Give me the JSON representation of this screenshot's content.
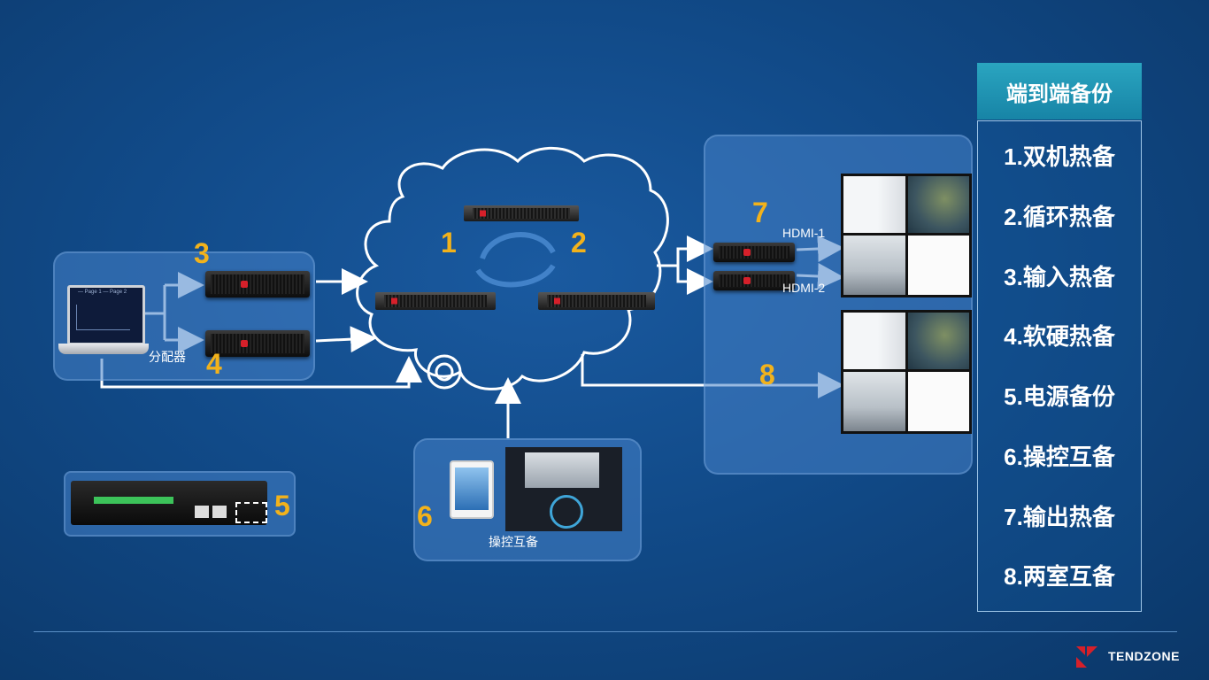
{
  "labels": {
    "n1": "1",
    "n2": "2",
    "n3": "3",
    "n4": "4",
    "n5": "5",
    "n6": "6",
    "n7": "7",
    "n8": "8",
    "splitter": "分配器",
    "hdmi1": "HDMI-1",
    "hdmi2": "HDMI-2",
    "control_backup": "操控互备",
    "laptop_title": "— Page 1 — Page 2"
  },
  "sidebar": {
    "title": "端到端备份",
    "items": [
      "1.双机热备",
      "2.循环热备",
      "3.输入热备",
      "4.软硬热备",
      "5.电源备份",
      "6.操控互备",
      "7.输出热备",
      "8.两室互备"
    ]
  },
  "brand": {
    "name": "TENDZONE"
  },
  "colors": {
    "accent_number": "#f2b21b",
    "sidebar_header": "#1f95b5",
    "logo_red": "#d6202a"
  }
}
